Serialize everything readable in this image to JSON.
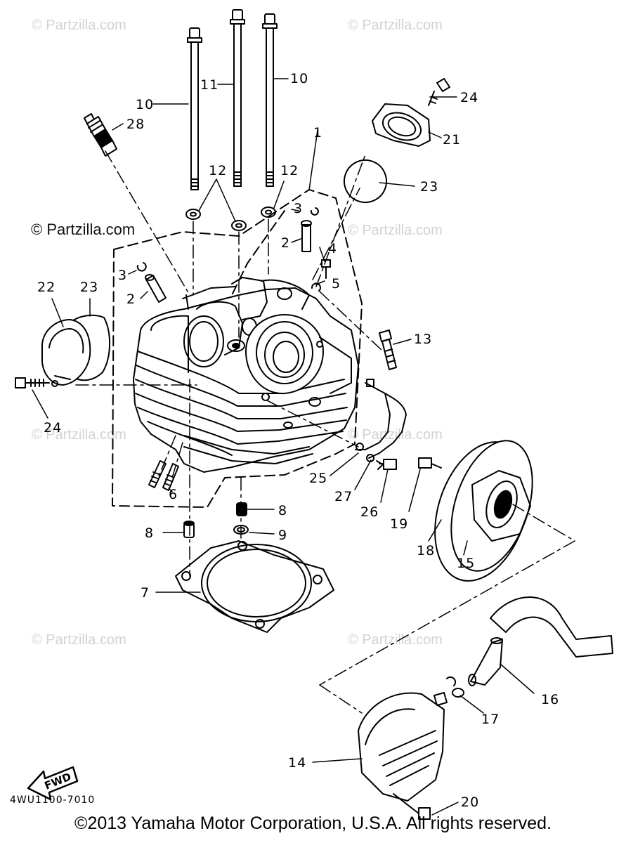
{
  "watermarks": {
    "partzilla": "© Partzilla.com"
  },
  "fwd_label": "FWD",
  "diagram_code": "4WU1100-7010",
  "copyright": "©2013  Yamaha Motor Corporation, U.S.A. All rights reserved.",
  "callouts": {
    "c1": "1",
    "c2a": "2",
    "c2b": "2",
    "c3a": "3",
    "c3b": "3",
    "c4": "4",
    "c5": "5",
    "c6": "6",
    "c7": "7",
    "c8a": "8",
    "c8b": "8",
    "c9": "9",
    "c10a": "10",
    "c10b": "10",
    "c11": "11",
    "c12a": "12",
    "c12b": "12",
    "c13": "13",
    "c14": "14",
    "c15": "15",
    "c16": "16",
    "c17": "17",
    "c18": "18",
    "c19": "19",
    "c20": "20",
    "c21": "21",
    "c22": "22",
    "c23a": "23",
    "c23b": "23",
    "c24a": "24",
    "c24b": "24",
    "c25": "25",
    "c26": "26",
    "c27": "27",
    "c28": "28"
  }
}
